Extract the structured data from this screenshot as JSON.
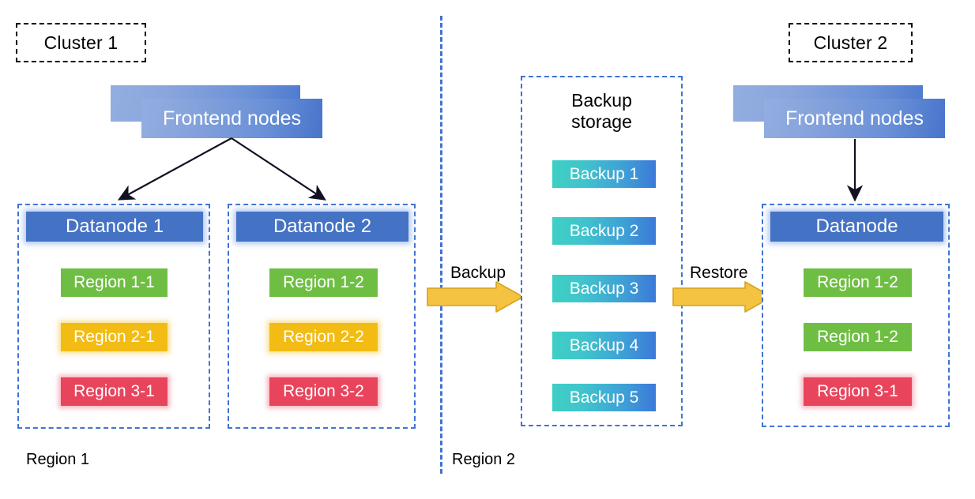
{
  "diagram": {
    "title_tags": [
      {
        "name": "cluster-1",
        "label": "Cluster 1"
      },
      {
        "name": "cluster-2",
        "label": "Cluster 2"
      }
    ],
    "frontend_left": {
      "label": "Frontend nodes"
    },
    "frontend_right": {
      "label": "Frontend nodes"
    },
    "datanodes": [
      {
        "header": "Datanode 1",
        "regions": [
          {
            "label": "Region 1-1",
            "color": "#6FBE44",
            "tone": "green"
          },
          {
            "label": "Region 2-1",
            "color": "#F3BC15",
            "tone": "amber"
          },
          {
            "label": "Region 3-1",
            "color": "#E8445C",
            "tone": "red"
          }
        ]
      },
      {
        "header": "Datanode 2",
        "regions": [
          {
            "label": "Region 1-2",
            "color": "#6FBE44",
            "tone": "green"
          },
          {
            "label": "Region 2-2",
            "color": "#F3BC15",
            "tone": "amber"
          },
          {
            "label": "Region 3-2",
            "color": "#E8445C",
            "tone": "red"
          }
        ]
      },
      {
        "header": "Datanode",
        "regions": [
          {
            "label": "Region 1-2",
            "color": "#6FBE44",
            "tone": "green"
          },
          {
            "label": "Region 1-2",
            "color": "#6FBE44",
            "tone": "green"
          },
          {
            "label": "Region 3-1",
            "color": "#E8445C",
            "tone": "red"
          }
        ]
      }
    ],
    "backup_storage": {
      "title_line_1": "Backup",
      "title_line_2": "storage",
      "items": [
        {
          "label": "Backup 1"
        },
        {
          "label": "Backup 2"
        },
        {
          "label": "Backup 3"
        },
        {
          "label": "Backup 4"
        },
        {
          "label": "Backup 5"
        }
      ]
    },
    "flow_arrows": [
      {
        "name": "backup-arrow",
        "label": "Backup",
        "color": "#F5C342"
      },
      {
        "name": "restore-arrow",
        "label": "Restore",
        "color": "#F5C342"
      }
    ],
    "footer_labels": [
      {
        "label": "Region 1"
      },
      {
        "label": "Region 2"
      }
    ],
    "colors": {
      "datanode_header": "#4472C4",
      "dashed_blue": "#3F73D4",
      "dashed_black": "#000000",
      "frontend_gradient_from": "#92ADE0",
      "frontend_gradient_to": "#4874CB",
      "backup_gradient_from": "#3ECFC5",
      "backup_gradient_to": "#3C79D9",
      "arrow_fill": "#F5C342",
      "arrow_stroke": "#D19B13",
      "connector_line": "#1A1A2E"
    }
  }
}
